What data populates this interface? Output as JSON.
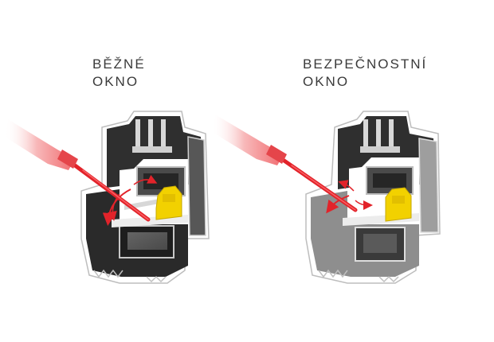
{
  "left_panel": {
    "caption_line1": "BĚŽNÉ",
    "caption_line2": "OKNO"
  },
  "right_panel": {
    "caption_line1": "BEZPEČNOSTNÍ",
    "caption_line2": "OKNO"
  },
  "colors": {
    "frame_dark": "#2f2f2f",
    "frame_light": "#d9d9d9",
    "profile_mid": "#8c8c8c",
    "hardware_yellow": "#f2d100",
    "attack_red": "#e2232a",
    "screwdriver_handle": "#f27a7d"
  },
  "icons": [
    "screwdriver-icon",
    "window-profile-cross-section"
  ]
}
